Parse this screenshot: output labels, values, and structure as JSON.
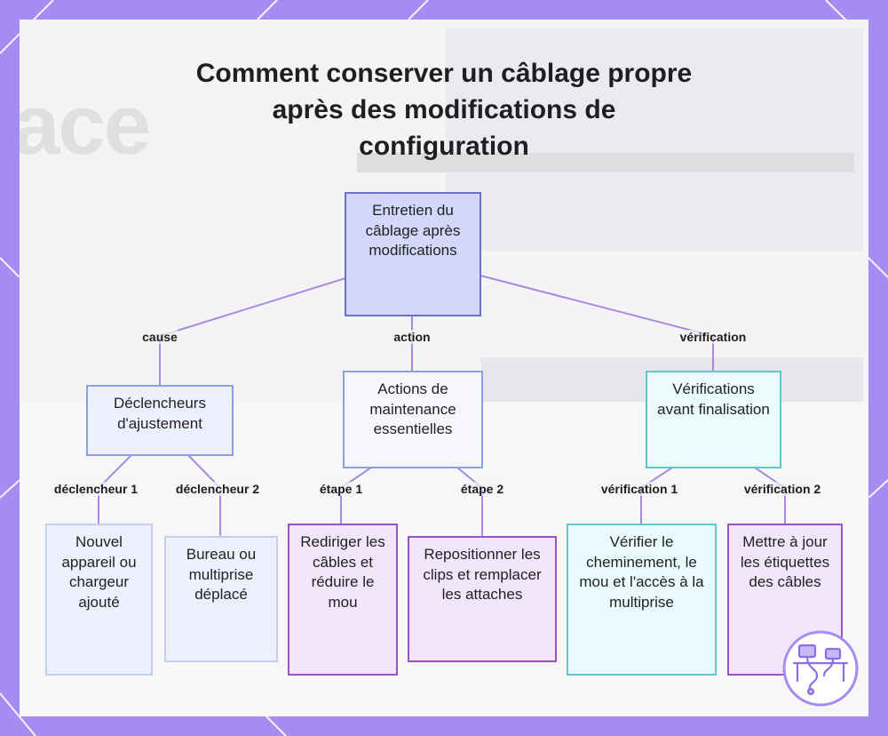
{
  "title": "Comment conserver un câblage propre après des modifications de configuration",
  "background_word": "ace",
  "colors": {
    "frame": "#a58bf2",
    "line": "#a88be0",
    "root_fill": "#d2d7fb",
    "root_border": "#6a73c8",
    "cause_border": "#8e9ee0",
    "cause_fill": "#eef0ff",
    "action_border": "#8e9ee0",
    "action_fill": "#f6f6ff",
    "verif_border": "#5cc9d6",
    "verif_fill": "#ecfbfd",
    "leaf_blue_fill": "#edf0fd",
    "leaf_blue_border": "#c5cdf1",
    "leaf_purple_fill": "#f1e6fb",
    "leaf_purple_border": "#9b52c6",
    "leaf_cyan_fill": "#e9fafc",
    "leaf_cyan_border": "#5cc9d6"
  },
  "nodes": {
    "root": "Entretien du câblage après modifications",
    "cause": "Déclencheurs d'ajustement",
    "action": "Actions de maintenance essentielles",
    "verification": "Vérifications avant finalisation",
    "leaf1": "Nouvel appareil ou chargeur ajouté",
    "leaf2": "Bureau ou multiprise déplacé",
    "leaf3": "Rediriger les câbles et réduire le mou",
    "leaf4": "Repositionner les clips et remplacer les attaches",
    "leaf5": "Vérifier le cheminement, le mou et l'accès à la multiprise",
    "leaf6": "Mettre à jour les étiquettes des câbles"
  },
  "edge_labels": {
    "cause": "cause",
    "action": "action",
    "verification": "vérification",
    "declencheur1": "déclencheur 1",
    "declencheur2": "déclencheur 2",
    "etape1": "étape 1",
    "etape2": "étape 2",
    "verification1": "vérification 1",
    "verification2": "vérification 2"
  },
  "icons": {
    "logo": "desk-setup-icon"
  }
}
